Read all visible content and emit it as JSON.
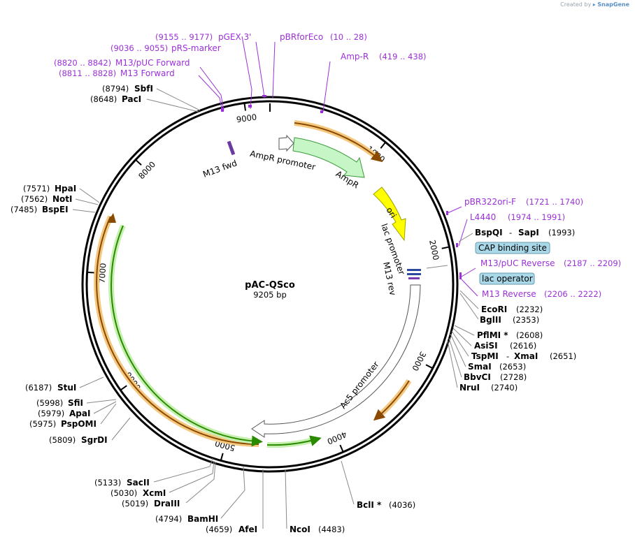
{
  "watermark": {
    "prefix": "Created by",
    "brand": "SnapGene"
  },
  "plasmid": {
    "name": "pAC-QSco",
    "length_label": "9205 bp"
  },
  "ticks": [
    "1000",
    "2000",
    "3000",
    "4000",
    "5000",
    "6000",
    "7000",
    "8000",
    "9000"
  ],
  "features": [
    {
      "name": "AmpR promoter"
    },
    {
      "name": "AmpR"
    },
    {
      "name": "ori"
    },
    {
      "name": "lac promoter"
    },
    {
      "name": "M13 rev"
    },
    {
      "name": "Ac5 promoter"
    },
    {
      "name": "M13 fwd"
    }
  ],
  "annotations": {
    "cap": "CAP binding site",
    "lacop": "lac operator"
  },
  "primers": {
    "pgex": {
      "name": "pGEX 3'",
      "pos": "(9155 .. 9177)"
    },
    "prs": {
      "name": "pRS-marker",
      "pos": "(9036 .. 9055)"
    },
    "m13puc_fwd": {
      "name": "M13/pUC Forward",
      "pos": "(8820 .. 8842)"
    },
    "m13_fwd": {
      "name": "M13 Forward",
      "pos": "(8811 .. 8828)"
    },
    "pbrfor": {
      "name": "pBRforEco",
      "pos": "(10 .. 28)"
    },
    "ampr": {
      "name": "Amp-R",
      "pos": "(419 .. 438)"
    },
    "pbr322": {
      "name": "pBR322ori-F",
      "pos": "(1721 .. 1740)"
    },
    "l4440": {
      "name": "L4440",
      "pos": "(1974 .. 1991)"
    },
    "m13puc_rev": {
      "name": "M13/pUC Reverse",
      "pos": "(2187 .. 2209)"
    },
    "m13_rev": {
      "name": "M13 Reverse",
      "pos": "(2206 .. 2222)"
    }
  },
  "enzymes": {
    "sbfi": {
      "name": "SbfI",
      "pos": "(8794)"
    },
    "paci": {
      "name": "PacI",
      "pos": "(8648)"
    },
    "hpai": {
      "name": "HpaI",
      "pos": "(7571)"
    },
    "noti": {
      "name": "NotI",
      "pos": "(7562)"
    },
    "bspei": {
      "name": "BspEI",
      "pos": "(7485)"
    },
    "stui": {
      "name": "StuI",
      "pos": "(6187)"
    },
    "sfii": {
      "name": "SfiI",
      "pos": "(5998)"
    },
    "apai": {
      "name": "ApaI",
      "pos": "(5979)"
    },
    "pspomi": {
      "name": "PspOMI",
      "pos": "(5975)"
    },
    "sgrdi": {
      "name": "SgrDI",
      "pos": "(5809)"
    },
    "sacii": {
      "name": "SacII",
      "pos": "(5133)"
    },
    "xcmi": {
      "name": "XcmI",
      "pos": "(5030)"
    },
    "draiii": {
      "name": "DraIII",
      "pos": "(5019)"
    },
    "bamhi": {
      "name": "BamHI",
      "pos": "(4794)"
    },
    "afei": {
      "name": "AfeI",
      "pos": "(4659)"
    },
    "ncoi": {
      "name": "NcoI",
      "pos": "(4483)"
    },
    "bcli": {
      "name": "BclI *",
      "pos": "(4036)"
    },
    "bspqi": {
      "name": "BspQI",
      "sep": "-",
      "name2": "SapI",
      "pos": "(1993)"
    },
    "ecori": {
      "name": "EcoRI",
      "pos": "(2232)"
    },
    "bglii": {
      "name": "BglII",
      "pos": "(2353)"
    },
    "pflmi": {
      "name": "PflMI *",
      "pos": "(2608)"
    },
    "asisi": {
      "name": "AsiSI",
      "pos": "(2616)"
    },
    "tspmi": {
      "name": "TspMI",
      "sep": "-",
      "name2": "XmaI",
      "pos": "(2651)"
    },
    "smai": {
      "name": "SmaI",
      "pos": "(2653)"
    },
    "bbvci": {
      "name": "BbvCI",
      "pos": "(2728)"
    },
    "nrui": {
      "name": "NruI",
      "pos": "(2740)"
    }
  },
  "colors": {
    "backbone": "#000000",
    "ampr_feature": "#c6f5c6",
    "ori_feature": "#ffff00",
    "promoter_feature": "#ffffff",
    "orf_arrow": "#8a4a00",
    "orf_halo": "#f5c880",
    "green_arrow": "#2a8a00",
    "green_halo": "#c6f0b0",
    "primer": "#9b30d9",
    "annotation_box": "#a9d8e8"
  }
}
